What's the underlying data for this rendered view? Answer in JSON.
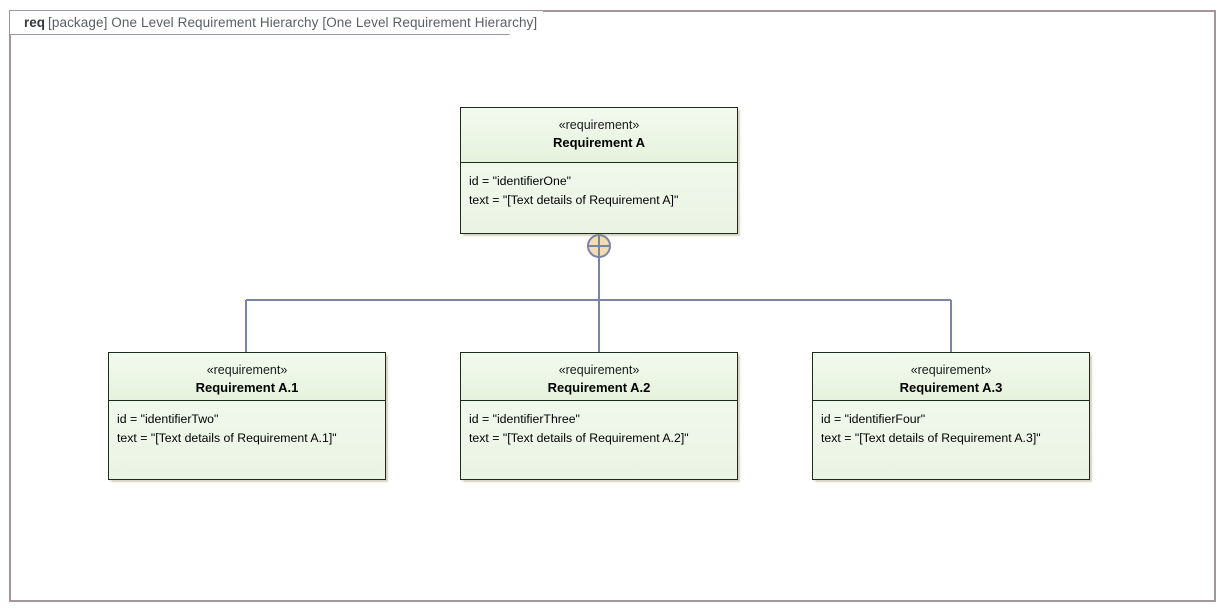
{
  "frame": {
    "kind": "req",
    "title": "[package] One Level Requirement Hierarchy [One Level Requirement Hierarchy]",
    "border_color": "#a4949c"
  },
  "palette": {
    "block_fill": "#eef6e9",
    "block_border": "#1d2b1d",
    "connector": "#7a84a6",
    "composite_diamond_fill": "#f3dcb0",
    "text": "#000000"
  },
  "blocks": {
    "parent": {
      "stereotype": "«requirement»",
      "name": "Requirement A",
      "properties": [
        "id = \"identifierOne\"",
        "text = \"[Text details of Requirement A]\""
      ]
    },
    "child1": {
      "stereotype": "«requirement»",
      "name": "Requirement A.1",
      "properties": [
        "id = \"identifierTwo\"",
        "text = \"[Text details of Requirement A.1]\""
      ]
    },
    "child2": {
      "stereotype": "«requirement»",
      "name": "Requirement A.2",
      "properties": [
        "id = \"identifierThree\"",
        "text = \"[Text details of Requirement A.2]\""
      ]
    },
    "child3": {
      "stereotype": "«requirement»",
      "name": "Requirement A.3",
      "properties": [
        "id = \"identifierFour\"",
        "text = \"[Text details of Requirement A.3]\""
      ]
    }
  },
  "connector": {
    "type": "containment",
    "symbol": "crosshair-circle",
    "from": "Requirement A",
    "to": [
      "Requirement A.1",
      "Requirement A.2",
      "Requirement A.3"
    ]
  }
}
